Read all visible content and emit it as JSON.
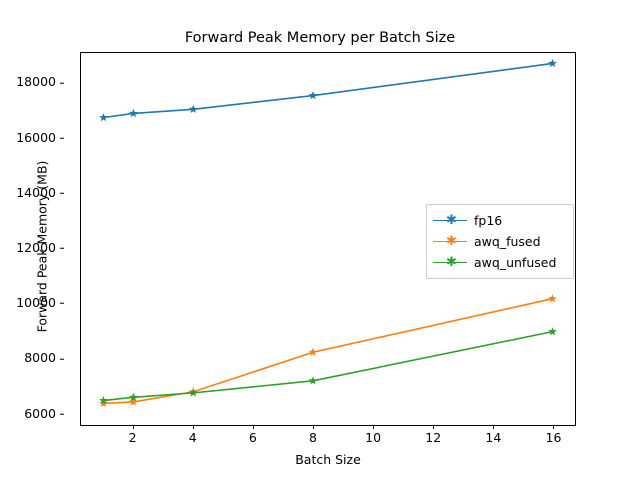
{
  "chart_data": {
    "type": "line",
    "title": "Forward Peak Memory per Batch Size",
    "xlabel": "Batch Size",
    "ylabel": "Forward Peak Memory (MB)",
    "x": [
      1,
      2,
      4,
      8,
      16
    ],
    "xlim": [
      0.25,
      16.75
    ],
    "ylim": [
      5550,
      19100
    ],
    "xticks": [
      2,
      4,
      6,
      8,
      10,
      12,
      14,
      16
    ],
    "yticks": [
      6000,
      8000,
      10000,
      12000,
      14000,
      16000,
      18000
    ],
    "xticklabels": [
      "2",
      "4",
      "6",
      "8",
      "10",
      "12",
      "14",
      "16"
    ],
    "yticklabels": [
      "6000",
      "8000",
      "10000",
      "12000",
      "14000",
      "16000",
      "18000"
    ],
    "grid": false,
    "marker": "star",
    "legend_position": "center right",
    "series": [
      {
        "name": "fp16",
        "color": "#1f77b4",
        "values": [
          16750,
          16900,
          17050,
          17550,
          18720
        ]
      },
      {
        "name": "awq_fused",
        "color": "#ff7f0e",
        "values": [
          6340,
          6390,
          6760,
          8200,
          10150
        ]
      },
      {
        "name": "awq_unfused",
        "color": "#2ca02c",
        "values": [
          6440,
          6560,
          6720,
          7160,
          8950
        ]
      }
    ]
  },
  "legend": {
    "entries": [
      {
        "label": "fp16"
      },
      {
        "label": "awq_fused"
      },
      {
        "label": "awq_unfused"
      }
    ]
  }
}
